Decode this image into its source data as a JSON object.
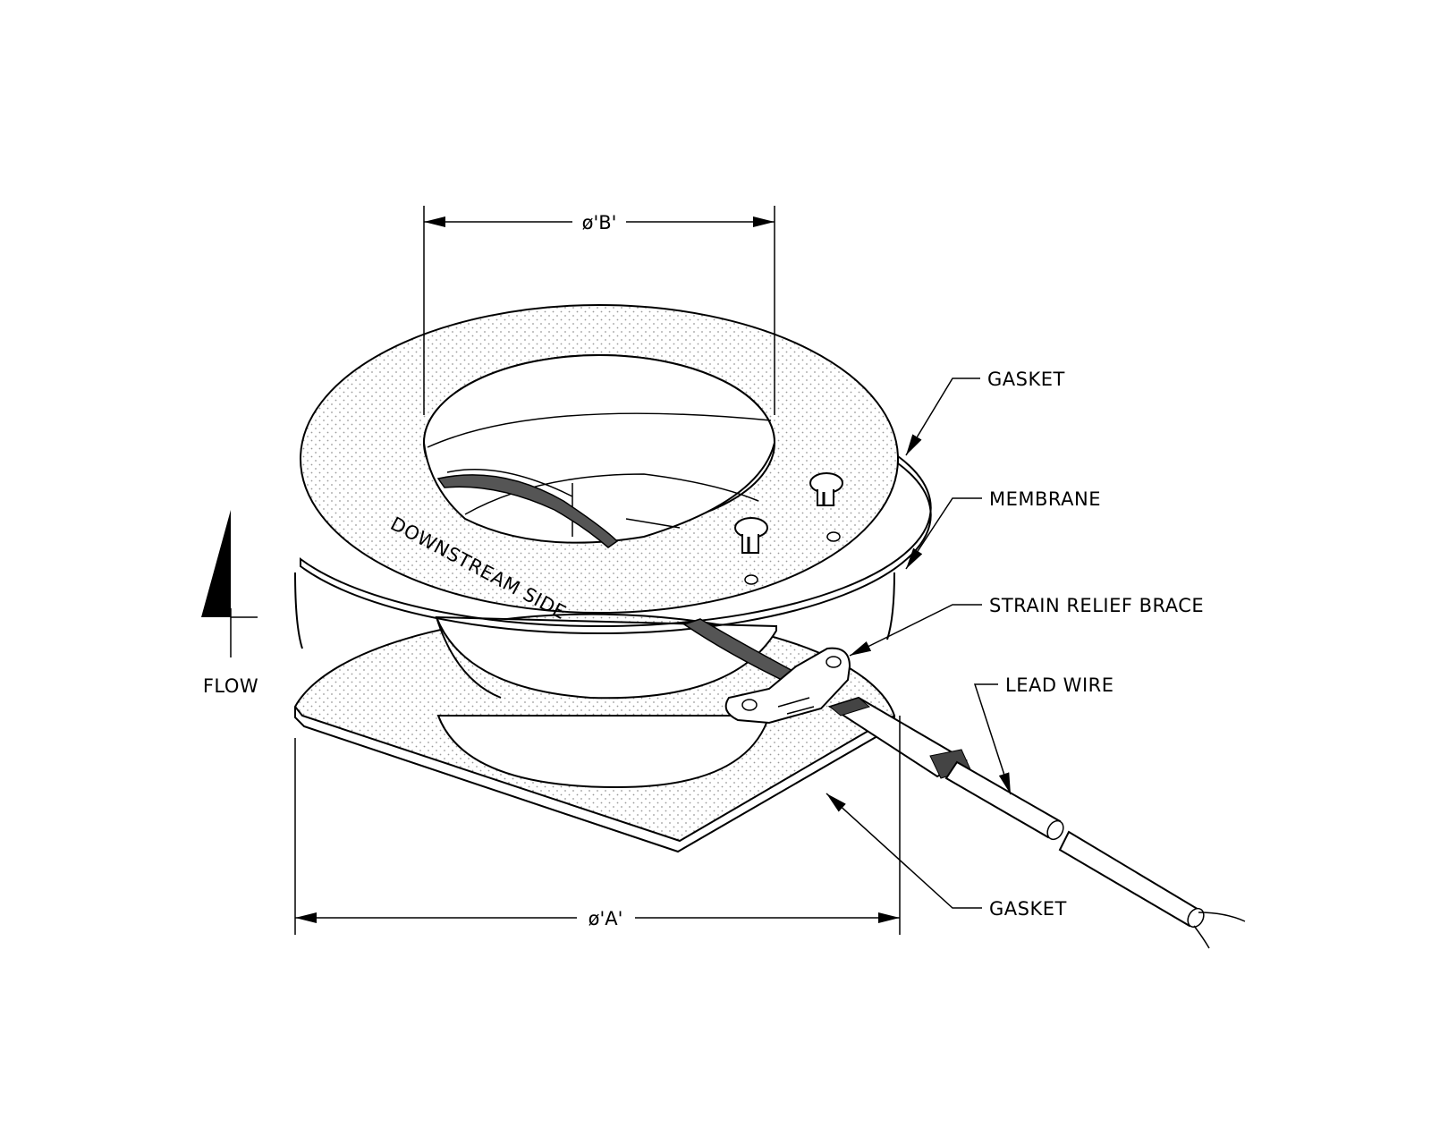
{
  "diagram": {
    "labels": {
      "gasket_top": "GASKET",
      "membrane": "MEMBRANE",
      "strain_relief": "STRAIN RELIEF BRACE",
      "lead_wire": "LEAD WIRE",
      "gasket_bottom": "GASKET",
      "flow": "FLOW",
      "downstream": "DOWNSTREAM SIDE",
      "dim_a": "ø'A'",
      "dim_b": "ø'B'"
    },
    "colors": {
      "line": "#000000",
      "background": "#ffffff",
      "stipple": "#9a9a9a"
    }
  }
}
